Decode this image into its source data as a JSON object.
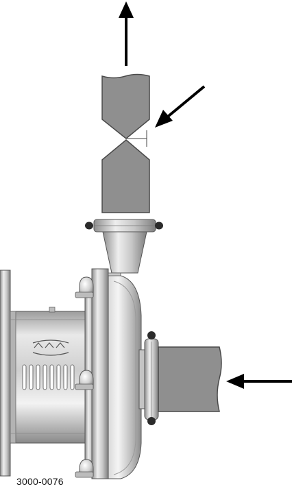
{
  "figure": {
    "reference_code": "3000-0076",
    "arrows": {
      "outlet_flow": "up",
      "valve_pointer": "down-left",
      "inlet_flow": "left"
    },
    "colors": {
      "pipe": "#8f8f8f",
      "steel_light": "#e6e6e6",
      "steel_mid": "#bdbdbd",
      "steel_dark": "#7b7b7b",
      "arrow": "#000000"
    }
  }
}
